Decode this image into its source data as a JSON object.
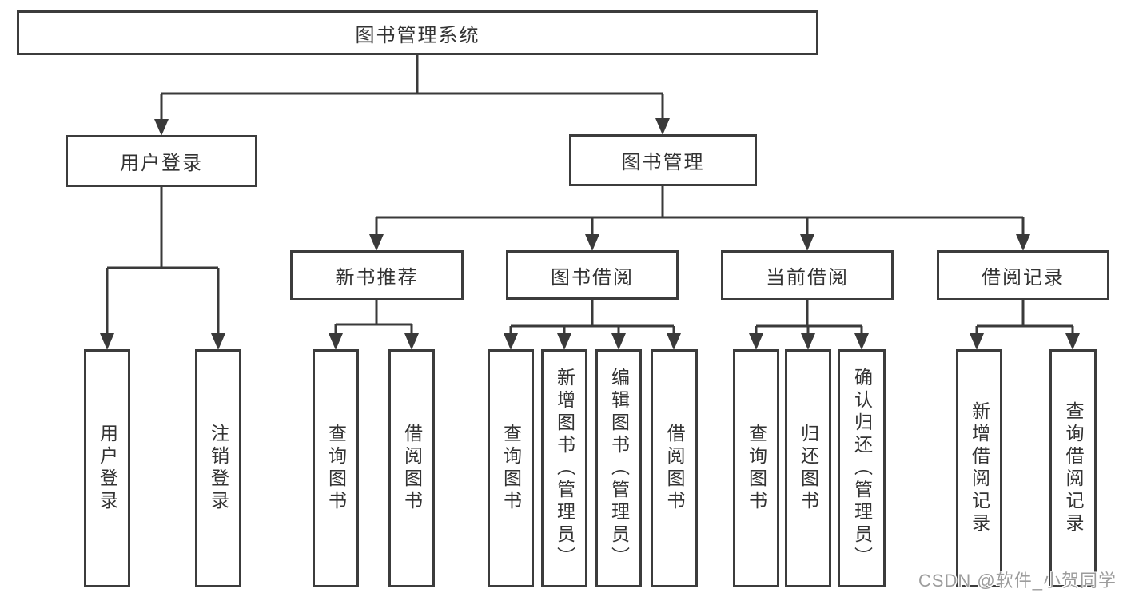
{
  "diagram": {
    "tree": {
      "label": "图书管理系统",
      "children": [
        {
          "label": "用户登录",
          "children": [
            {
              "label": "用户登录"
            },
            {
              "label": "注销登录"
            }
          ]
        },
        {
          "label": "图书管理",
          "children": [
            {
              "label": "新书推荐",
              "children": [
                {
                  "label": "查询图书"
                },
                {
                  "label": "借阅图书"
                }
              ]
            },
            {
              "label": "图书借阅",
              "children": [
                {
                  "label": "查询图书"
                },
                {
                  "label": "新增图书（管理员）"
                },
                {
                  "label": "编辑图书（管理员）"
                },
                {
                  "label": "借阅图书"
                }
              ]
            },
            {
              "label": "当前借阅",
              "children": [
                {
                  "label": "查询图书"
                },
                {
                  "label": "归还图书"
                },
                {
                  "label": "确认归还（管理员）"
                }
              ]
            },
            {
              "label": "借阅记录",
              "children": [
                {
                  "label": "新增借阅记录"
                },
                {
                  "label": "查询借阅记录"
                }
              ]
            }
          ]
        }
      ]
    }
  },
  "watermark": {
    "text": "CSDN @软件_小贺同学"
  },
  "colors": {
    "line": "#3a3a3a",
    "border": "#3c3c3c",
    "text": "#333333",
    "background": "#ffffff",
    "watermark_text": "#9c9c9c"
  }
}
